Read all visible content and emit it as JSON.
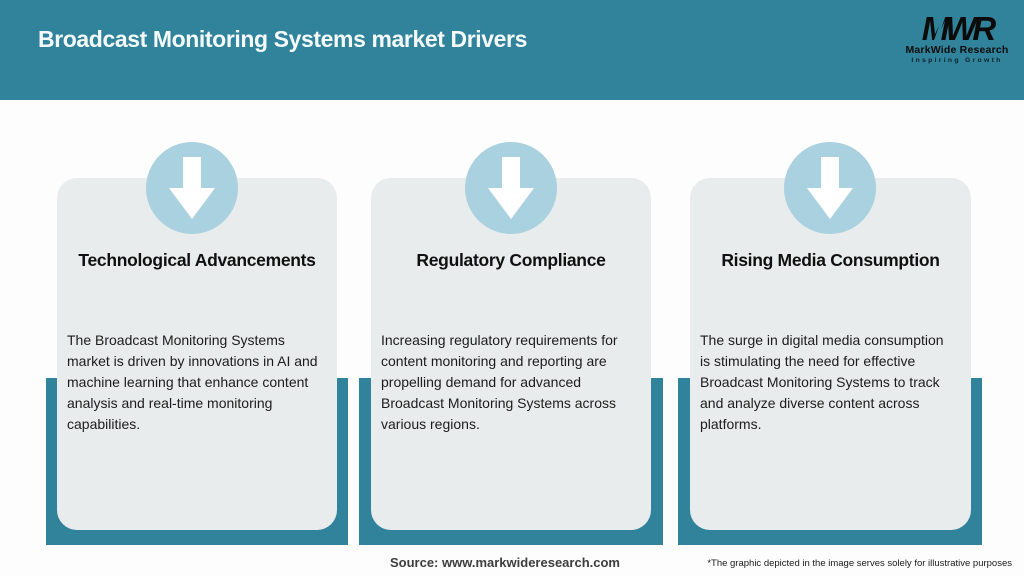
{
  "header": {
    "title": "Broadcast Monitoring Systems market Drivers",
    "logo": {
      "monogram": "MWR",
      "company": "MarkWide Research",
      "tagline": "Inspiring Growth"
    }
  },
  "cards": [
    {
      "title": "Technological Advancements",
      "body": "The Broadcast Monitoring Systems\nmarket is driven by innovations in AI and\nmachine learning that enhance content\nanalysis and real-time monitoring\ncapabilities."
    },
    {
      "title": "Regulatory Compliance",
      "body": "Increasing regulatory requirements for\ncontent monitoring and reporting are\npropelling demand for advanced\nBroadcast Monitoring Systems across\nvarious regions."
    },
    {
      "title": "Rising Media Consumption",
      "body": "The surge in digital media consumption\nis stimulating the need for effective\nBroadcast Monitoring Systems to track\nand analyze diverse content across\nplatforms."
    }
  ],
  "footer": {
    "source": "Source: www.markwideresearch.com",
    "disclaimer": "*The graphic depicted in the image serves solely for illustrative purposes"
  },
  "colors": {
    "header_teal": "#31839B",
    "band_teal": "#31839B",
    "card_bg": "#E9ECEC",
    "circle_blue": "#A9D1E0",
    "arrow": "#FFFFFF",
    "title_text": "#F4FAFB",
    "body_text": "#1C1C1C"
  }
}
